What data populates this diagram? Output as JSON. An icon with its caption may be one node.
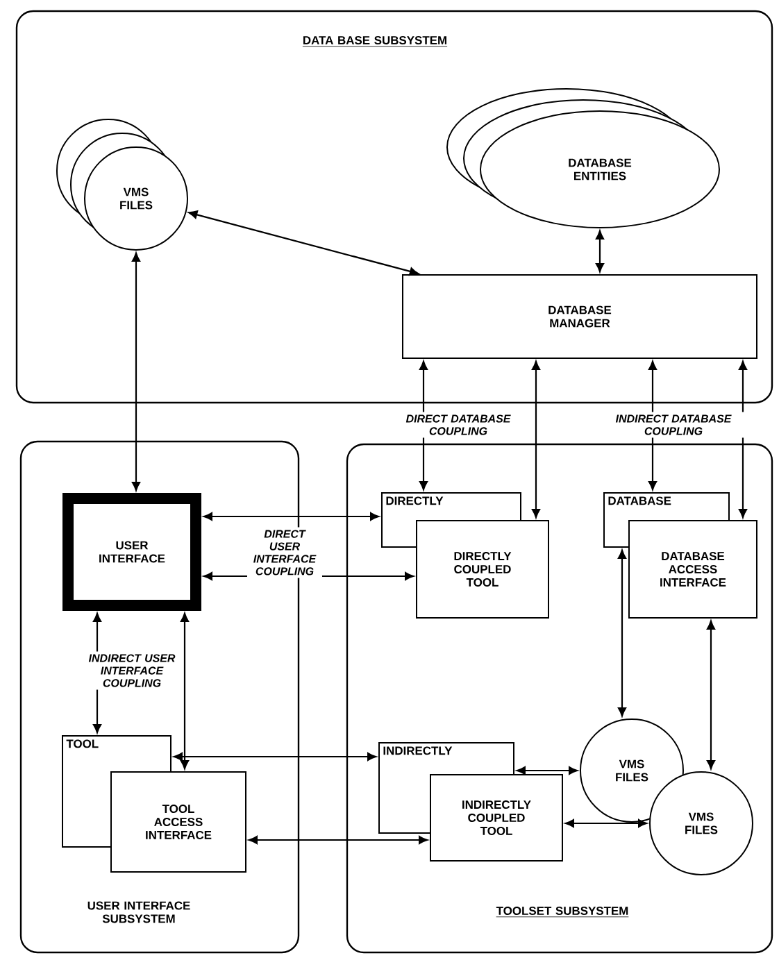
{
  "diagram": {
    "nodes": [
      {
        "text": [
          "DATA BASE SUBSYSTEM"
        ]
      },
      {
        "text": [
          "VMS FILES"
        ],
        "in": 0
      },
      {
        "text": [
          "DATABASE ENTITIES"
        ],
        "in": 0
      },
      {
        "text": [
          "DATABASE MANAGER"
        ],
        "in": 0
      },
      {
        "text": [
          "USER INTERFACE SUBSYSTEM"
        ]
      },
      {
        "text": [
          "USER INTERFACE"
        ],
        "in": 4
      },
      {
        "text": [
          "TOOL"
        ],
        "in": 4
      },
      {
        "text": [
          "TOOL ACCESS INTERFACE"
        ],
        "in": 4
      },
      {
        "text": [
          "TOOLSET SUBSYSTEM"
        ]
      },
      {
        "text": [
          "DIRECTLY"
        ],
        "in": 8
      },
      {
        "text": [
          "DIRECTLY COUPLED TOOL"
        ],
        "in": 8
      },
      {
        "text": [
          "DATABASE"
        ],
        "in": 8
      },
      {
        "text": [
          "DATABASE ACCESS INTERFACE"
        ],
        "in": 8
      },
      {
        "text": [
          "INDIRECTLY"
        ],
        "in": 8
      },
      {
        "text": [
          "INDIRECTLY COUPLED TOOL"
        ],
        "in": 8
      },
      {
        "text": [
          "VMS FILES"
        ],
        "in": 8
      },
      {
        "text": [
          "VMS FILES"
        ],
        "in": 8
      }
    ],
    "edges": [
      {
        "from": 1,
        "to": 3,
        "arrow": "both"
      },
      {
        "from": 2,
        "to": 3,
        "arrow": "both"
      },
      {
        "from": 5,
        "to": 1,
        "arrow": "both"
      },
      {
        "from": 9,
        "to": 3,
        "arrow": "both"
      },
      {
        "from": 10,
        "to": 3,
        "arrow": "both"
      },
      {
        "from": 11,
        "to": 3,
        "arrow": "both"
      },
      {
        "from": 12,
        "to": 3,
        "arrow": "both"
      },
      {
        "from": 5,
        "to": 9,
        "arrow": "both"
      },
      {
        "from": 5,
        "to": 10,
        "arrow": "both"
      },
      {
        "from": 5,
        "to": 6,
        "arrow": "both"
      },
      {
        "from": 5,
        "to": 7,
        "arrow": "both"
      },
      {
        "from": 6,
        "to": 13,
        "arrow": "both"
      },
      {
        "from": 7,
        "to": 14,
        "arrow": "both"
      },
      {
        "from": 13,
        "to": 15,
        "arrow": "both"
      },
      {
        "from": 14,
        "to": 16,
        "arrow": "both"
      },
      {
        "from": 11,
        "to": 15,
        "arrow": "both"
      },
      {
        "from": 12,
        "to": 16,
        "arrow": "both"
      }
    ],
    "labels": [
      "DIRECT DATABASE COUPLING",
      "INDIRECT DATABASE COUPLING",
      "DIRECT USER INTERFACE COUPLING",
      "INDIRECT USER INTERFACE COUPLING"
    ]
  }
}
